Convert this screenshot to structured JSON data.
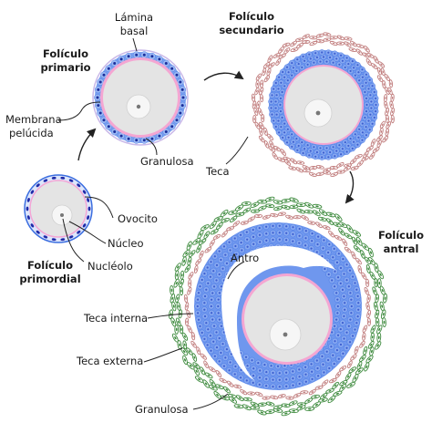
{
  "title": "Folículos ováricos",
  "stages": {
    "primordial": {
      "line1": "Folículo",
      "line2": "primordial"
    },
    "primario": {
      "line1": "Folículo",
      "line2": "primario"
    },
    "secundario": {
      "line1": "Folículo",
      "line2": "secundario"
    },
    "antral": {
      "line1": "Folículo",
      "line2": "antral"
    }
  },
  "labels": {
    "lamina_basal_1": "Lámina",
    "lamina_basal_2": "basal",
    "membrana_1": "Membrana",
    "membrana_2": "pelúcida",
    "granulosa_primario": "Granulosa",
    "teca": "Teca",
    "ovocito": "Ovocito",
    "nucleo": "Núcleo",
    "nucleolo": "Nucléolo",
    "antro": "Antro",
    "teca_interna": "Teca interna",
    "teca_externa": "Teca externa",
    "granulosa_antral": "Granulosa"
  },
  "colors": {
    "ooplasm": "#e4e4e4",
    "nucleus": "#f6f6f6",
    "zona_pellucida": "#f4a6d2",
    "granulosa_fill": "#6f97ee",
    "granulosa_cell": "#2d62e0",
    "primordial_cell": "#1f2aa8",
    "theca_interna": "#c07c7c",
    "theca_externa": "#3d8a3d"
  }
}
